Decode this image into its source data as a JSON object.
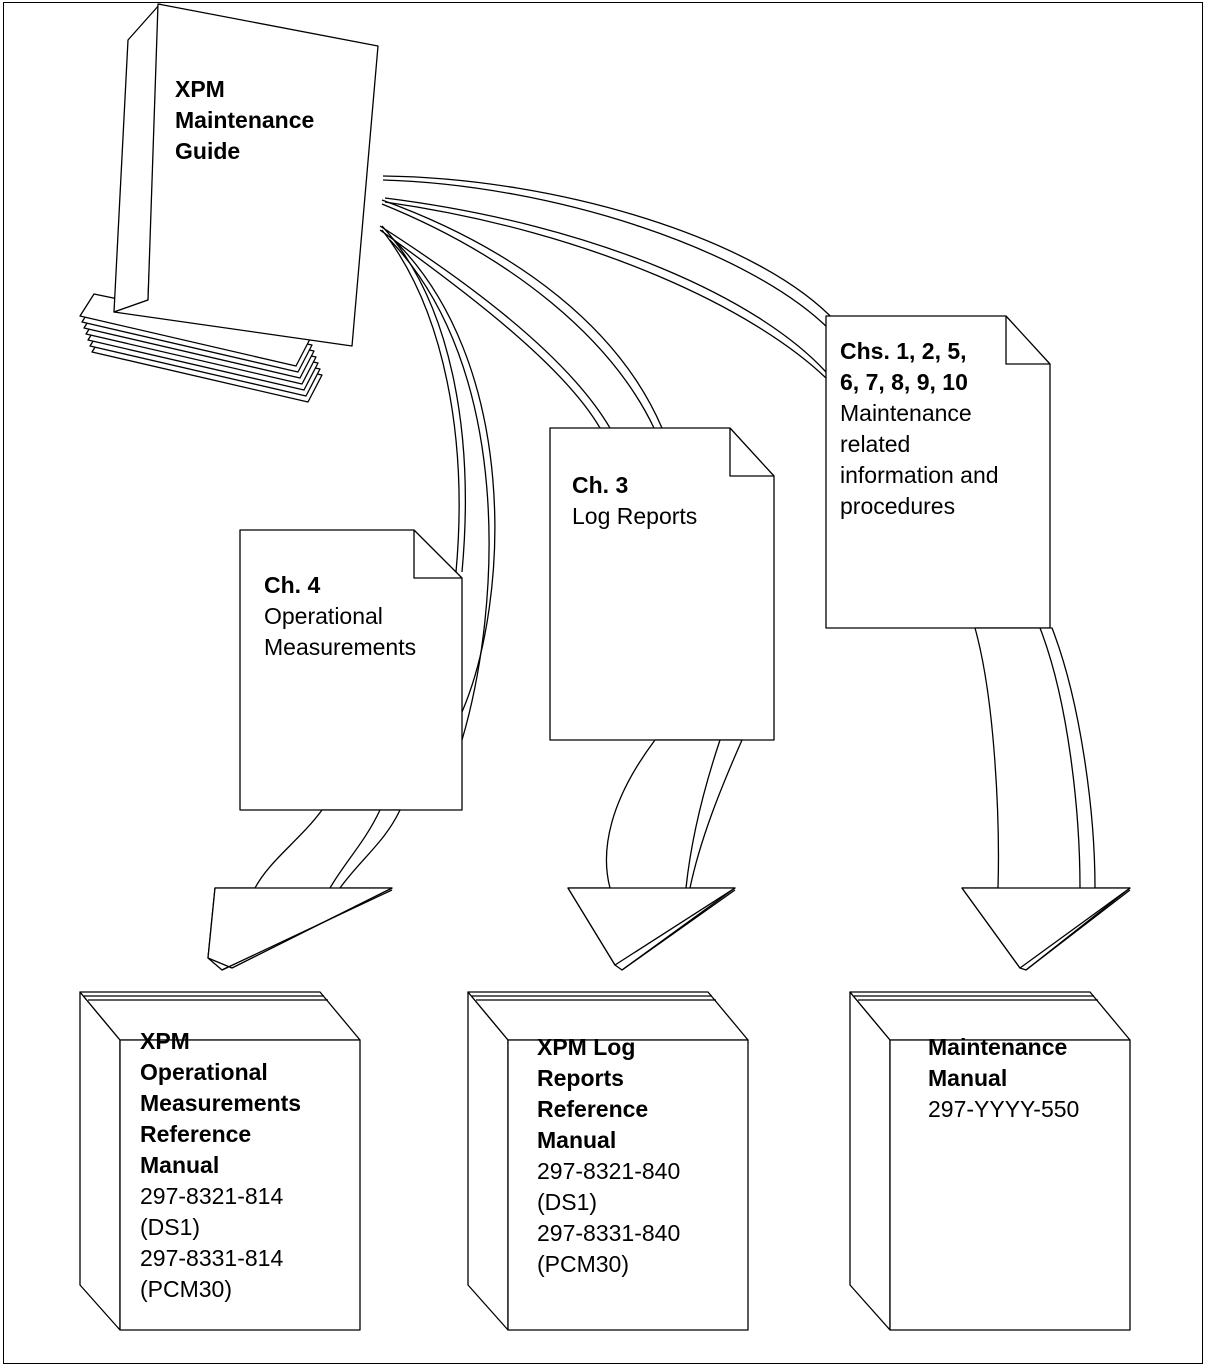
{
  "guide": {
    "title_lines": [
      "XPM",
      "Maintenance",
      "Guide"
    ]
  },
  "chapters": {
    "ch1": {
      "bold_lines": [
        "Chs. 1, 2, 5,",
        "6, 7, 8, 9, 10"
      ],
      "text_lines": [
        "Maintenance",
        "related",
        "information and",
        "procedures"
      ]
    },
    "ch3": {
      "bold_lines": [
        "Ch. 3"
      ],
      "text_lines": [
        "Log Reports"
      ]
    },
    "ch4": {
      "bold_lines": [
        "Ch. 4"
      ],
      "text_lines": [
        "Operational",
        "Measurements"
      ]
    }
  },
  "manuals": {
    "om": {
      "bold_lines": [
        "XPM",
        "Operational",
        "Measurements",
        "Reference",
        "Manual"
      ],
      "text_lines": [
        "297-8321-814",
        "(DS1)",
        "297-8331-814",
        "(PCM30)"
      ]
    },
    "log": {
      "bold_lines": [
        "XPM Log",
        "Reports",
        "Reference",
        "Manual"
      ],
      "text_lines": [
        "297-8321-840",
        "(DS1)",
        "297-8331-840",
        "(PCM30)"
      ]
    },
    "maint": {
      "bold_lines": [
        "Maintenance",
        "Manual"
      ],
      "text_lines": [
        "297-YYYY-550"
      ]
    }
  }
}
